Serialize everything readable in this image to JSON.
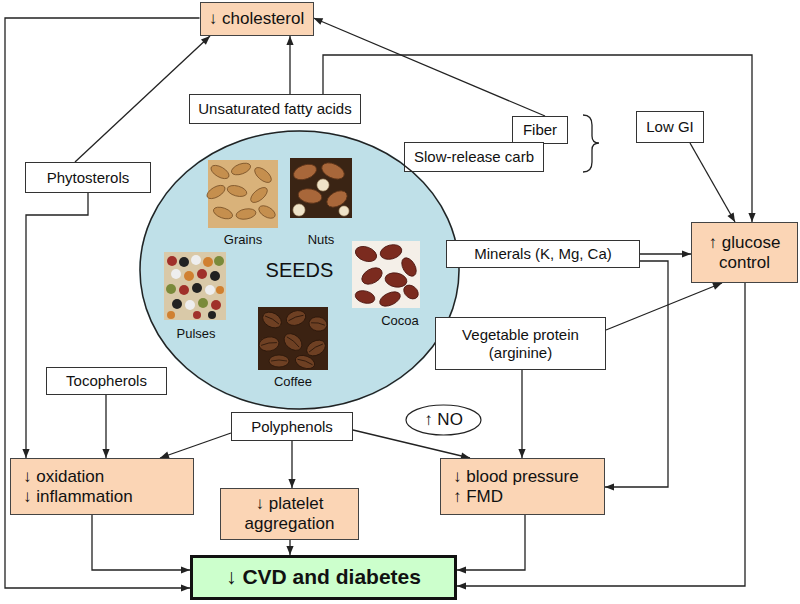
{
  "diagram": {
    "nodes": [
      {
        "text": [
          "↓ cholesterol"
        ]
      },
      {
        "text": [
          "Unsaturated fatty acids"
        ]
      },
      {
        "text": [
          "Fiber"
        ]
      },
      {
        "text": [
          "Slow-release carb"
        ]
      },
      {
        "text": [
          "Low GI"
        ]
      },
      {
        "text": [
          "Phytosterols"
        ]
      },
      {
        "text": [
          "SEEDS"
        ]
      },
      {
        "text": [
          "Minerals (K, Mg, Ca)"
        ]
      },
      {
        "text": [
          "↑ glucose control"
        ]
      },
      {
        "text": [
          "Vegetable protein (arginine)"
        ]
      },
      {
        "text": [
          "Tocopherols"
        ]
      },
      {
        "text": [
          "↑ NO"
        ]
      },
      {
        "text": [
          "Polyphenols"
        ]
      },
      {
        "text": [
          "↓ oxidation",
          "↓ inflammation"
        ]
      },
      {
        "text": [
          "↓ platelet aggregation"
        ]
      },
      {
        "text": [
          "↓ blood pressure",
          "↑ FMD"
        ]
      },
      {
        "text": [
          "↓ CVD and diabetes"
        ]
      }
    ],
    "edges": [
      {
        "from": 1,
        "to": 0,
        "arrow": "to"
      },
      {
        "from": 1,
        "to": 8,
        "arrow": "to"
      },
      {
        "from": 2,
        "to": 0,
        "arrow": "to"
      },
      {
        "from": 2,
        "to": 3,
        "arrow": "none"
      },
      {
        "from": 4,
        "to": 8,
        "arrow": "to"
      },
      {
        "from": 5,
        "to": 0,
        "arrow": "to"
      },
      {
        "from": 5,
        "to": 13,
        "arrow": "to"
      },
      {
        "from": 10,
        "to": 13,
        "arrow": "to"
      },
      {
        "from": 7,
        "to": 8,
        "arrow": "to"
      },
      {
        "from": 7,
        "to": 15,
        "arrow": "to"
      },
      {
        "from": 9,
        "to": 8,
        "arrow": "to"
      },
      {
        "from": 9,
        "to": 15,
        "arrow": "to"
      },
      {
        "from": 12,
        "to": 13,
        "arrow": "to"
      },
      {
        "from": 12,
        "to": 14,
        "arrow": "to"
      },
      {
        "from": 12,
        "to": 15,
        "arrow": "to"
      },
      {
        "from": 13,
        "to": 16,
        "arrow": "to"
      },
      {
        "from": 14,
        "to": 16,
        "arrow": "to"
      },
      {
        "from": 15,
        "to": 16,
        "arrow": "to"
      },
      {
        "from": 8,
        "to": 16,
        "arrow": "to"
      },
      {
        "from": 0,
        "to": 16,
        "arrow": "to"
      }
    ],
    "labels": [
      "Grains",
      "Nuts",
      "Pulses",
      "Cocoa",
      "Coffee"
    ]
  }
}
